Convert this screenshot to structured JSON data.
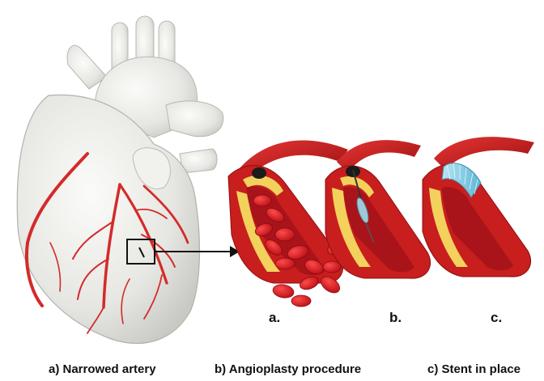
{
  "panel_letters": {
    "a": "a.",
    "b": "b.",
    "c": "c."
  },
  "captions": {
    "a": "a) Narrowed artery",
    "b": "b) Angioplasty procedure",
    "c": "c) Stent in place"
  },
  "colors": {
    "heart": "#e8e8e4",
    "artery": "#d42a2a",
    "vessel_wall": "#c81e1e",
    "plaque": "#f2d15c",
    "blood_cell": "#d3141c",
    "stent": "#8fd0e8"
  },
  "icons": {
    "pointer": "arrow-right-icon",
    "highlight": "zoom-box-icon"
  }
}
